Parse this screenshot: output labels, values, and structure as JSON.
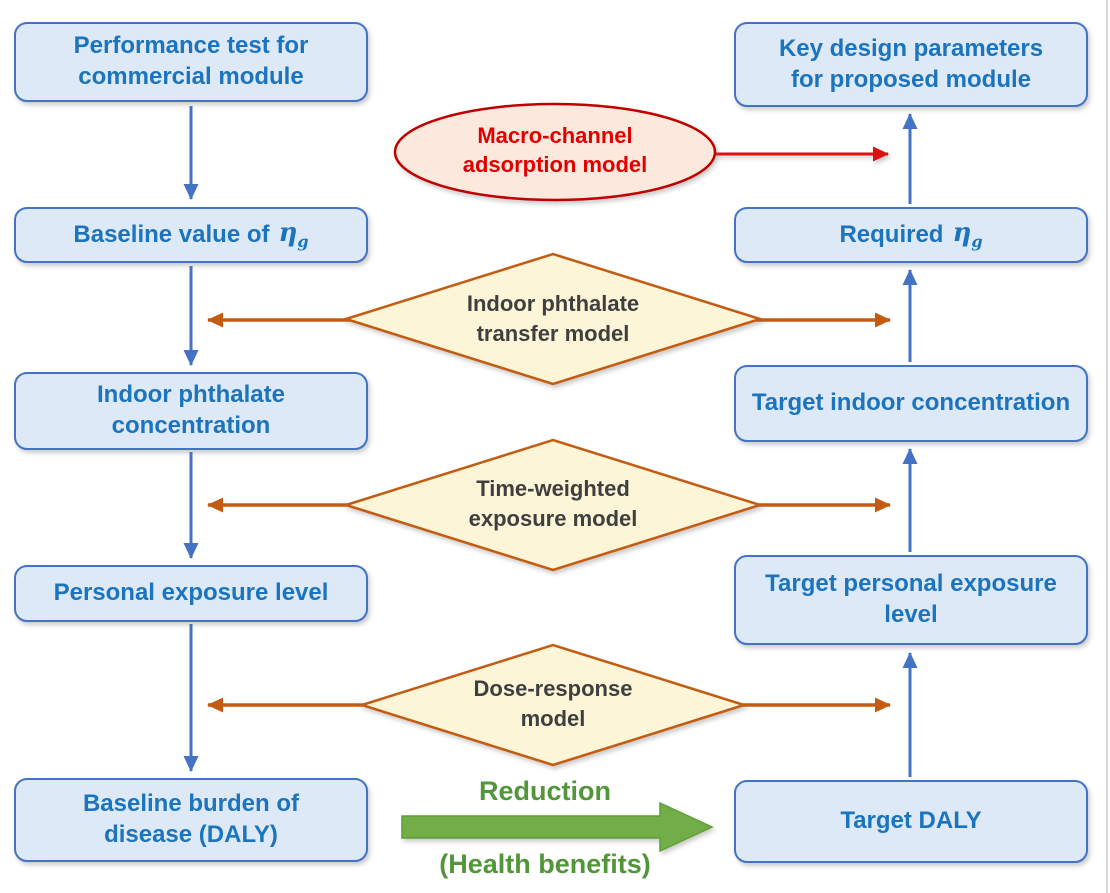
{
  "figure": {
    "left_flow": [
      {
        "id": "performance-test",
        "label": "Performance test for\ncommercial module"
      },
      {
        "id": "baseline-eta",
        "label": "Baseline value of",
        "eta": "η",
        "eta_sub": "g"
      },
      {
        "id": "indoor-concentration",
        "label": "Indoor phthalate\nconcentration"
      },
      {
        "id": "personal-exposure",
        "label": "Personal exposure level"
      },
      {
        "id": "baseline-daly",
        "label": "Baseline burden of\ndisease (DALY)"
      }
    ],
    "right_flow": [
      {
        "id": "key-design-parameters",
        "label": "Key design parameters\nfor proposed module"
      },
      {
        "id": "required-eta",
        "label": "Required",
        "eta": "η",
        "eta_sub": "g"
      },
      {
        "id": "target-indoor-concentration",
        "label": "Target indoor concentration"
      },
      {
        "id": "target-personal-exposure",
        "label": "Target personal exposure\nlevel"
      },
      {
        "id": "target-daly",
        "label": "Target DALY"
      }
    ],
    "models": {
      "ellipse": {
        "label": "Macro-channel\nadsorption model"
      },
      "diamonds": [
        {
          "label": "Indoor phthalate\ntransfer model"
        },
        {
          "label": "Time-weighted\nexposure model"
        },
        {
          "label": "Dose-response\nmodel"
        }
      ]
    },
    "reduction": {
      "title": "Reduction",
      "subtitle": "(Health benefits)"
    },
    "colors": {
      "box_fill": "#dde9f6",
      "box_border": "#4472c4",
      "box_text": "#1b74bd",
      "diamond_fill": "#fdf5d8",
      "diamond_border": "#c55a11",
      "diamond_text": "#3f3f3f",
      "ellipse_fill": "#fce9de",
      "ellipse_border": "#c00000",
      "ellipse_text": "#e00000",
      "blue_arrow": "#4472c4",
      "orange_arrow": "#c55a11",
      "red_arrow": "#dd1111",
      "green_arrow": "#72ad47",
      "green_text": "#53953b"
    }
  }
}
